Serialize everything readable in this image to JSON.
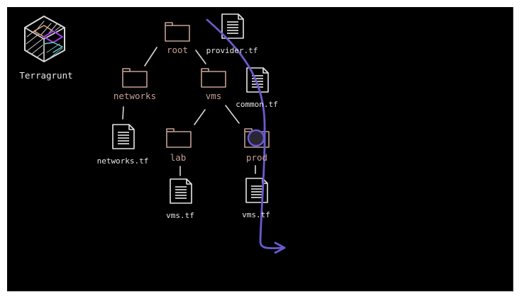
{
  "brand": {
    "name": "Terragrunt",
    "icon": "terragrunt-cube-logo"
  },
  "colors": {
    "background": "#000000",
    "folder": "#c4a094",
    "file": "#e6e6e6",
    "connector": "#d8d8d8",
    "arrow": "#6a5acd",
    "cursor_fill": "#2a2633"
  },
  "tree": {
    "folders": [
      {
        "id": "root",
        "label": "root"
      },
      {
        "id": "networks",
        "label": "networks"
      },
      {
        "id": "vms",
        "label": "vms"
      },
      {
        "id": "lab",
        "label": "lab"
      },
      {
        "id": "prod",
        "label": "prod"
      }
    ],
    "files": [
      {
        "id": "provider",
        "label": "provider.tf",
        "parent": "root"
      },
      {
        "id": "common",
        "label": "common.tf",
        "parent": "vms"
      },
      {
        "id": "networks_tf",
        "label": "networks.tf",
        "parent": "networks"
      },
      {
        "id": "lab_vms",
        "label": "vms.tf",
        "parent": "lab"
      },
      {
        "id": "prod_vms",
        "label": "vms.tf",
        "parent": "prod"
      }
    ],
    "edges": [
      [
        "root",
        "networks"
      ],
      [
        "root",
        "vms"
      ],
      [
        "networks",
        "networks_tf"
      ],
      [
        "vms",
        "lab"
      ],
      [
        "vms",
        "prod"
      ],
      [
        "lab",
        "lab_vms"
      ],
      [
        "prod",
        "prod_vms"
      ]
    ]
  },
  "annotation": {
    "type": "curved-arrow",
    "description": "inheritance flow from root down to prod",
    "highlight": "prod"
  }
}
